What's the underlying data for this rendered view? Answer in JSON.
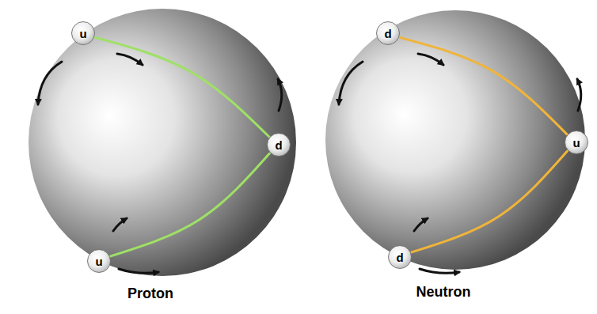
{
  "diagram": {
    "nodes": [
      {
        "text": [
          "Proton"
        ]
      },
      {
        "text": [
          "u"
        ],
        "in": 0
      },
      {
        "text": [
          "d"
        ],
        "in": 0
      },
      {
        "text": [
          "u"
        ],
        "in": 0
      },
      {
        "text": [
          "Neutron"
        ]
      },
      {
        "text": [
          "d"
        ],
        "in": 4
      },
      {
        "text": [
          "u"
        ],
        "in": 4
      },
      {
        "text": [
          "d"
        ],
        "in": 4
      }
    ],
    "edges": [
      {
        "from": 1,
        "to": 2,
        "arrow": "none"
      },
      {
        "from": 3,
        "to": 2,
        "arrow": "none"
      },
      {
        "from": 5,
        "to": 6,
        "arrow": "none"
      },
      {
        "from": 7,
        "to": 6,
        "arrow": "none"
      }
    ]
  }
}
